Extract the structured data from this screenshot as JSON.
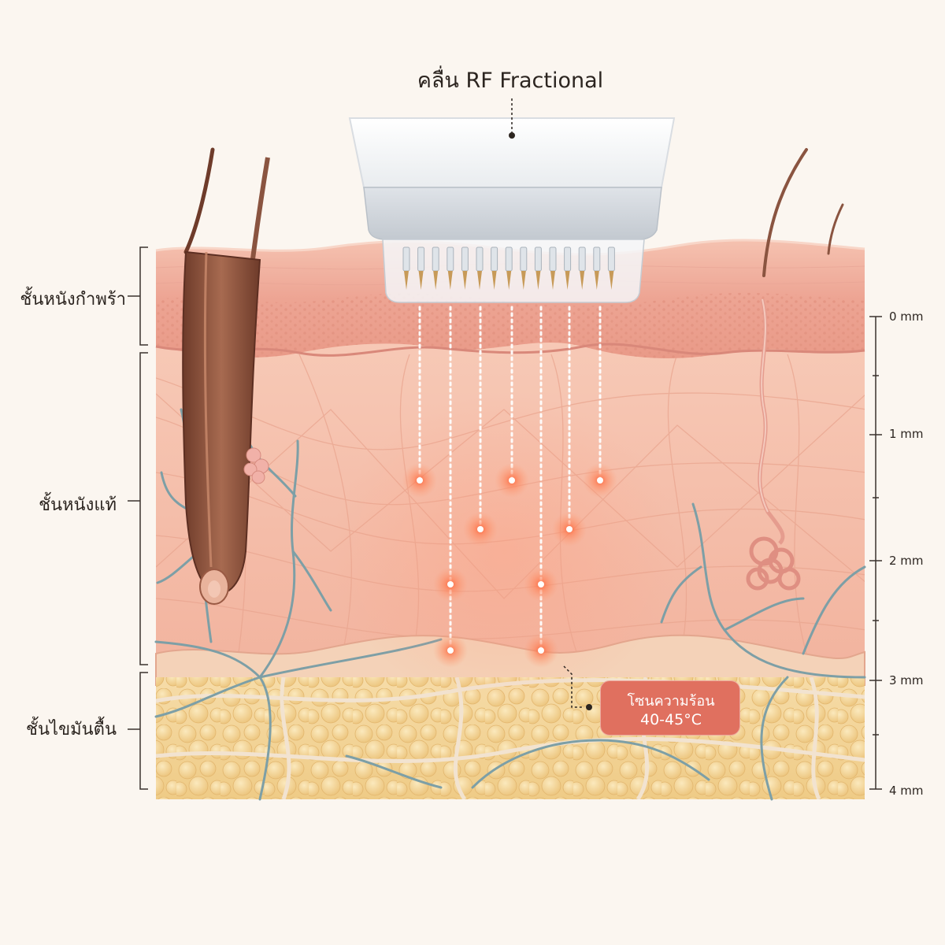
{
  "title": "คลื่น RF Fractional",
  "layers": {
    "epidermis": "ชั้นหนังกำพร้า",
    "dermis": "ชั้นหนังแท้",
    "subcutis": "ชั้นไขมันตื้น"
  },
  "depth_scale": [
    "0 mm",
    "1 mm",
    "2 mm",
    "3 mm",
    "4 mm"
  ],
  "heat_zone": {
    "label": "โซนความร้อน",
    "temperature": "40-45°C"
  },
  "colors": {
    "background": "#fbf6f0",
    "epidermis": "#f1b3a2",
    "dermis": "#f6c2ae",
    "fat": "#f3d59a",
    "heat_point": "#f06848",
    "heat_box": "#e0705f",
    "vessel": "#7d9fa6"
  },
  "icons": [
    "rf-device-icon",
    "hair-follicle-icon",
    "sweat-gland-icon",
    "blood-vessel-icon",
    "heat-point-icon"
  ]
}
